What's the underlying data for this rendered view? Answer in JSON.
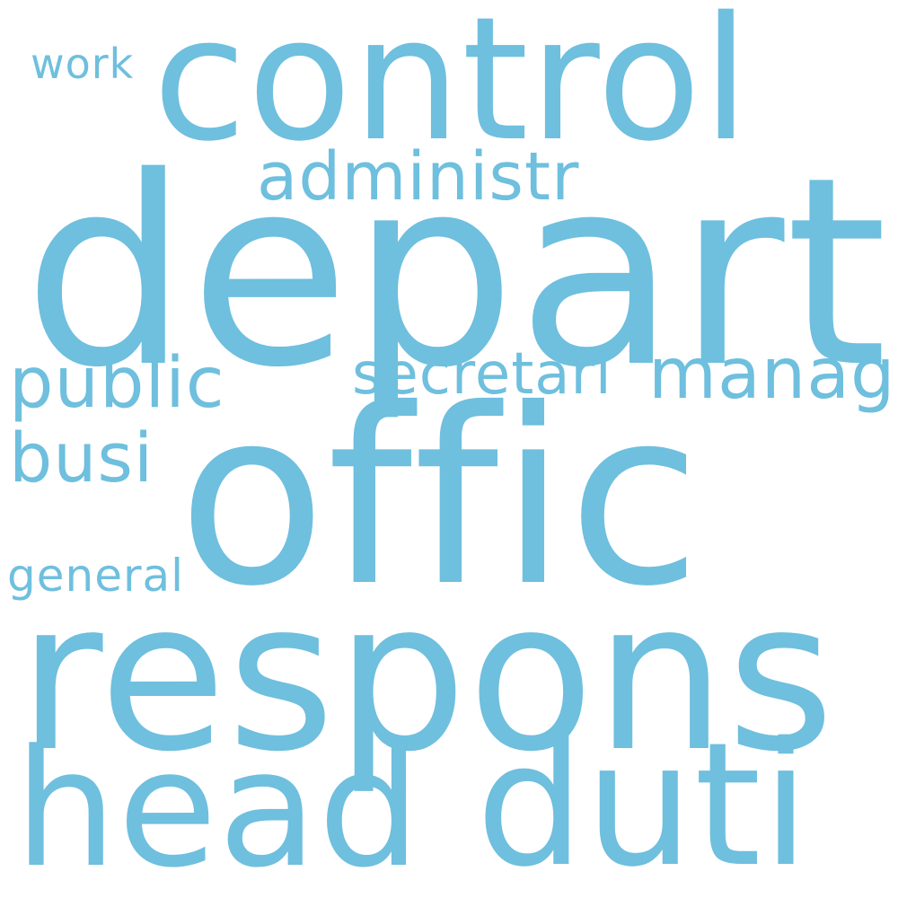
{
  "color": "#6fbfde",
  "words": {
    "depart": "depart",
    "offic": "offic",
    "respons": "respons",
    "control": "control",
    "head": "head",
    "duti": "duti",
    "administr": "administr",
    "public": "public",
    "secretari": "secretari",
    "manag": "manag",
    "busi": "busi",
    "work": "work",
    "general": "general"
  }
}
